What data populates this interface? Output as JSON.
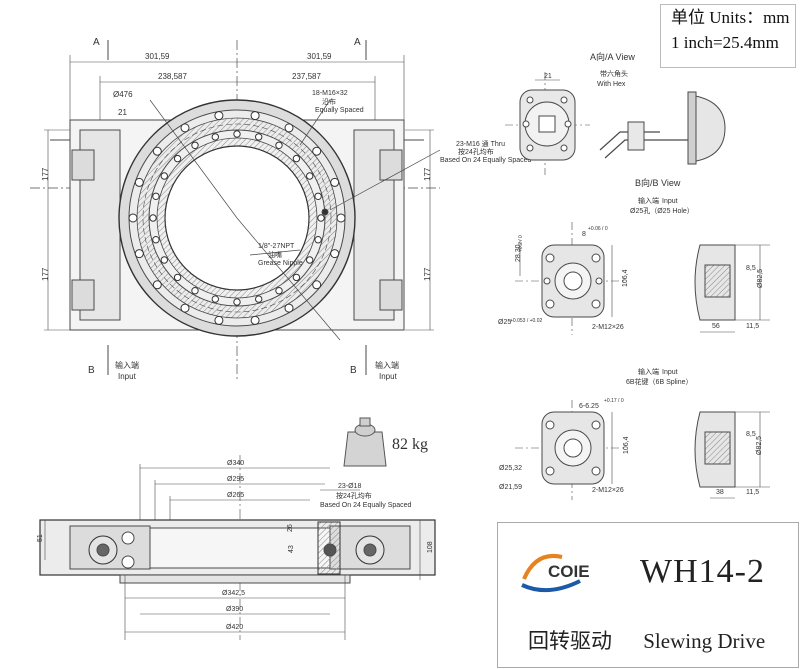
{
  "units": {
    "line1": "单位 Units：mm",
    "line2": "1 inch=25.4mm"
  },
  "title_block": {
    "brand": "COIE",
    "model": "WH14-2",
    "name_cn": "回转驱动",
    "name_en": "Slewing Drive"
  },
  "weight": {
    "value": "82 kg"
  },
  "top_view": {
    "section_a": "A",
    "section_b": "B",
    "dim_half_left": "301,59",
    "dim_half_right": "301,59",
    "dim_left_inner": "238,587",
    "dim_right_inner": "237,587",
    "dim_height_top": "177",
    "dim_height_bottom": "177",
    "dim_side_21": "21",
    "dia_476": "Ø476",
    "bolt_outer": "18-M16×32",
    "bolt_outer_cn": "沿布",
    "bolt_outer_en": "Equally Spaced",
    "bolt_inner": "23-M16 通 Thru",
    "bolt_inner_cn": "按24孔均布",
    "bolt_inner_en": "Based On 24 Equally Spaced",
    "grease": "1/8\"-27NPT",
    "grease_cn": "油嘴",
    "grease_en": "Grease Nipple",
    "input_cn": "输入端",
    "input_en": "Input"
  },
  "a_view": {
    "title": "A向/A View",
    "dim_21": "21",
    "hex_cn": "带六角头",
    "hex_en": "With Hex"
  },
  "b_view": {
    "title": "B向/B View",
    "input_cn": "输入端",
    "input_en": "Input",
    "hole": "Ø25孔（Ø25 Hole）",
    "dim_8": "8",
    "dim_8_tol": "+0.06 / 0",
    "dim_28": "28.30",
    "dim_28_tol": "+0.2 / 0",
    "dim_106": "106,4",
    "dia_25": "Ø25",
    "dia_25_tol": "+0.053 / +0.02",
    "thread": "2-M12×26",
    "sec_85": "8,5",
    "sec_825": "Ø82,5",
    "sec_56": "56",
    "sec_115": "11,5"
  },
  "spline_view": {
    "input_cn": "输入端",
    "input_en": "Input",
    "spline": "6B花键（6B Spline）",
    "dim_6": "6-6.25",
    "dim_6_tol": "+0.17 / 0",
    "dim_106": "106,4",
    "dia_2532": "Ø25,32",
    "dia_2159": "Ø21,59",
    "thread": "2-M12×26",
    "sec_85": "8,5",
    "sec_825": "Ø82,5",
    "sec_38": "38",
    "sec_115": "11,5"
  },
  "side_view": {
    "dia_340": "Ø340",
    "dia_295": "Ø295",
    "dia_265": "Ø265",
    "holes": "23-Ø18",
    "holes_cn": "按24孔均布",
    "holes_en": "Based On 24 Equally Spaced",
    "dim_51": "51",
    "dim_26": "26",
    "dim_43": "43",
    "dim_108": "108",
    "dia_3425": "Ø342,5",
    "dia_390": "Ø390",
    "dia_420": "Ø420"
  },
  "colors": {
    "line": "#4a4a4a",
    "fill": "#dedede",
    "dark": "#2a2a2a",
    "brand_orange": "#e8821e",
    "brand_blue": "#1c5aa8"
  }
}
